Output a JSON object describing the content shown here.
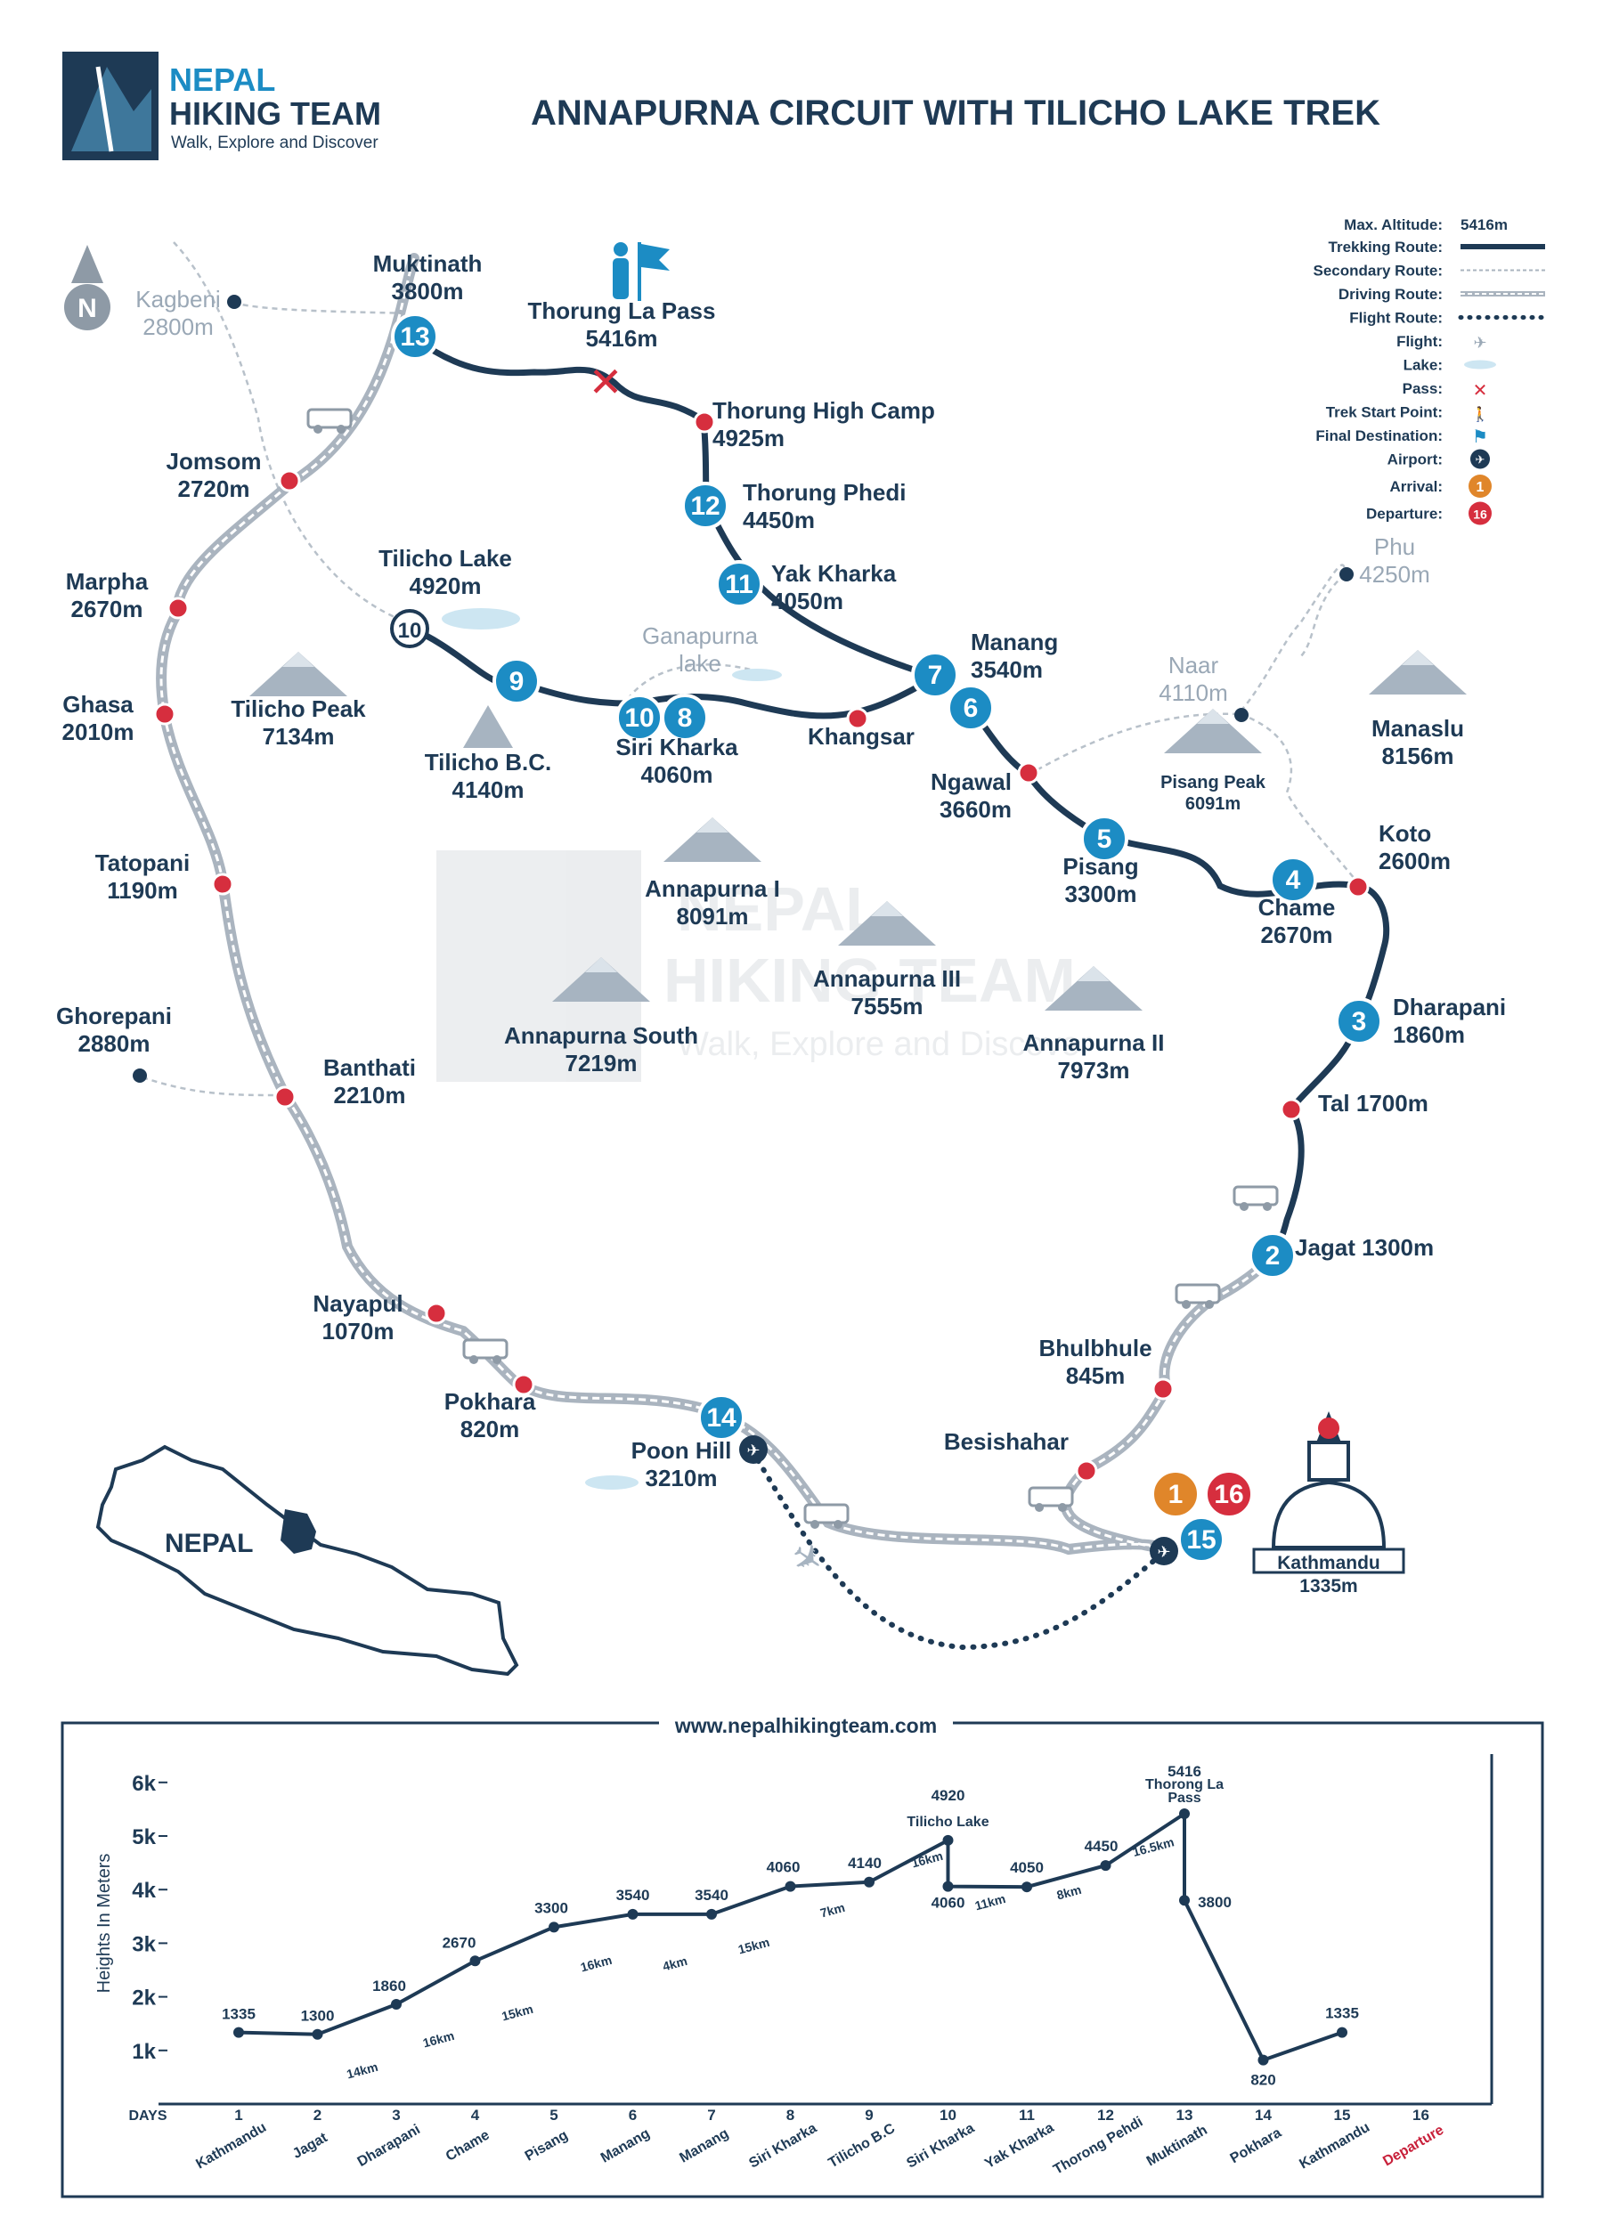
{
  "brand": {
    "name_line1": "NEPAL",
    "name_line2": "HIKING TEAM",
    "tagline": "Walk, Explore and Discover"
  },
  "title": "ANNAPURNA CIRCUIT WITH TILICHO LAKE TREK",
  "compass": "N",
  "colors": {
    "navy": "#1e3a55",
    "blue": "#1c8cc4",
    "red": "#d62e3e",
    "orange": "#e0862a",
    "gray": "#9aa8b6",
    "lake": "#cde6f2"
  },
  "legend": {
    "max_altitude_label": "Max. Altitude:",
    "max_altitude_value": "5416m",
    "items": [
      "Trekking Route:",
      "Secondary Route:",
      "Driving Route:",
      "Flight Route:",
      "Flight:",
      "Lake:",
      "Pass:",
      "Trek Start Point:",
      "Final Destination:",
      "Airport:",
      "Arrival:",
      "Departure:"
    ],
    "arrival_num": "1",
    "departure_num": "16"
  },
  "places": [
    {
      "name": "Muktinath",
      "alt": "3800m"
    },
    {
      "name": "Thorung La Pass",
      "alt": "5416m"
    },
    {
      "name": "Thorung High Camp",
      "alt": "4925m"
    },
    {
      "name": "Thorung Phedi",
      "alt": "4450m"
    },
    {
      "name": "Yak Kharka",
      "alt": "4050m"
    },
    {
      "name": "Manang",
      "alt": "3540m"
    },
    {
      "name": "Khangsar",
      "alt": ""
    },
    {
      "name": "Siri Kharka",
      "alt": "4060m"
    },
    {
      "name": "Tilicho Lake",
      "alt": "4920m"
    },
    {
      "name": "Tilicho B.C.",
      "alt": "4140m"
    },
    {
      "name": "Ngawal",
      "alt": "3660m"
    },
    {
      "name": "Pisang",
      "alt": "3300m"
    },
    {
      "name": "Chame",
      "alt": "2670m"
    },
    {
      "name": "Koto",
      "alt": "2600m"
    },
    {
      "name": "Dharapani",
      "alt": "1860m"
    },
    {
      "name": "Tal 1700m",
      "alt": ""
    },
    {
      "name": "Jagat 1300m",
      "alt": ""
    },
    {
      "name": "Bhulbhule",
      "alt": "845m"
    },
    {
      "name": "Besishahar",
      "alt": ""
    },
    {
      "name": "Jomsom",
      "alt": "2720m"
    },
    {
      "name": "Marpha",
      "alt": "2670m"
    },
    {
      "name": "Ghasa",
      "alt": "2010m"
    },
    {
      "name": "Tatopani",
      "alt": "1190m"
    },
    {
      "name": "Ghorepani",
      "alt": "2880m"
    },
    {
      "name": "Banthati",
      "alt": "2210m"
    },
    {
      "name": "Nayapul",
      "alt": "1070m"
    },
    {
      "name": "Pokhara",
      "alt": "820m"
    },
    {
      "name": "Poon Hill",
      "alt": "3210m"
    },
    {
      "name": "Kagbeni",
      "alt": "2800m"
    },
    {
      "name": "Phu",
      "alt": "4250m"
    },
    {
      "name": "Naar",
      "alt": "4110m"
    },
    {
      "name": "Ganapurna",
      "alt": "lake"
    }
  ],
  "peaks": [
    {
      "name": "Tilicho Peak",
      "alt": "7134m"
    },
    {
      "name": "Annapurna I",
      "alt": "8091m"
    },
    {
      "name": "Annapurna III",
      "alt": "7555m"
    },
    {
      "name": "Annapurna South",
      "alt": "7219m"
    },
    {
      "name": "Annapurna II",
      "alt": "7973m"
    },
    {
      "name": "Pisang Peak",
      "alt": "6091m"
    },
    {
      "name": "Manaslu",
      "alt": "8156m"
    }
  ],
  "kathmandu": {
    "name": "Kathmandu",
    "alt": "1335m"
  },
  "nepal_label": "NEPAL",
  "watermark": {
    "line1": "NEPAL",
    "line2": "HIKING TEAM",
    "line3": "Walk, Explore and Discover"
  },
  "stops": [
    "13",
    "12",
    "11",
    "7",
    "6",
    "10",
    "8",
    "9",
    "10",
    "5",
    "4",
    "3",
    "2",
    "14",
    "15",
    "1",
    "16"
  ],
  "profile": {
    "website": "www.nepalhikingteam.com",
    "ylabel": "Heights In Meters",
    "days_label": "DAYS",
    "departure_label": "Departure"
  },
  "chart_data": {
    "type": "line",
    "xlabel": "DAYS",
    "ylabel": "Heights In Meters",
    "ylim": [
      0,
      6400
    ],
    "y_ticks": [
      "1k",
      "2k",
      "3k",
      "4k",
      "5k",
      "6k"
    ],
    "days": [
      "1",
      "2",
      "3",
      "4",
      "5",
      "6",
      "7",
      "8",
      "9",
      "10",
      "11",
      "12",
      "13",
      "14",
      "15",
      "16"
    ],
    "day_names": [
      "Kathmandu",
      "Jagat",
      "Dharapani",
      "Chame",
      "Pisang",
      "Manang",
      "Manang",
      "Siri Kharka",
      "Tilicho B.C",
      "Siri Kharka",
      "Yak Kharka",
      "Thorong Pehdi",
      "Muktinath",
      "Pokhara",
      "Kathmandu",
      "Departure"
    ],
    "points": [
      {
        "x": 1,
        "y": 1335,
        "label": "1335"
      },
      {
        "x": 2,
        "y": 1300,
        "label": "1300"
      },
      {
        "x": 3,
        "y": 1860,
        "label": "1860"
      },
      {
        "x": 4,
        "y": 2670,
        "label": "2670"
      },
      {
        "x": 5,
        "y": 3300,
        "label": "3300"
      },
      {
        "x": 6,
        "y": 3540,
        "label": "3540"
      },
      {
        "x": 7,
        "y": 3540,
        "label": "3540"
      },
      {
        "x": 8,
        "y": 4060,
        "label": "4060"
      },
      {
        "x": 9,
        "y": 4140,
        "label": "4140"
      },
      {
        "x": 10,
        "y": 4920,
        "label": "4920",
        "sub": "Tilicho Lake"
      },
      {
        "x": 10,
        "y": 4060,
        "label": "4060"
      },
      {
        "x": 11,
        "y": 4050,
        "label": "4050"
      },
      {
        "x": 12,
        "y": 4450,
        "label": "4450"
      },
      {
        "x": 13,
        "y": 5416,
        "label": "5416",
        "sub": "Thorong La Pass"
      },
      {
        "x": 13,
        "y": 3800,
        "label": "3800"
      },
      {
        "x": 14,
        "y": 820,
        "label": "820"
      },
      {
        "x": 15,
        "y": 1335,
        "label": "1335"
      }
    ],
    "distances": [
      "14km",
      "16km",
      "15km",
      "16km",
      "4km",
      "15km",
      "7km",
      "16km",
      "11km",
      "8km",
      "16.5km"
    ]
  }
}
